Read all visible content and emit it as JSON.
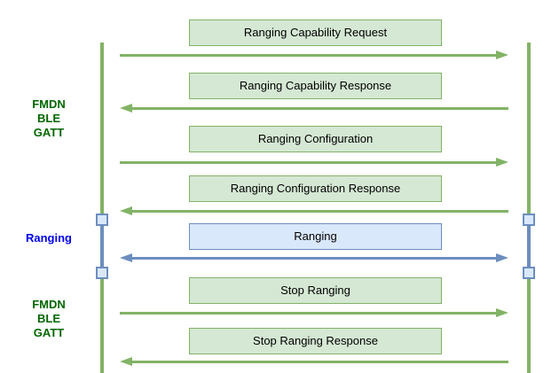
{
  "colors": {
    "green_fill": "#d5e8d4",
    "green_stroke": "#82b366",
    "blue_fill": "#dae8fc",
    "blue_stroke": "#6c8ebf",
    "green_text": "#006600",
    "blue_text": "#0000ee",
    "message_text": "#000000"
  },
  "phases": [
    {
      "lines": [
        "FMDN",
        "BLE",
        "GATT"
      ],
      "color": "green"
    },
    {
      "lines": [
        "Ranging"
      ],
      "color": "blue"
    },
    {
      "lines": [
        "FMDN",
        "BLE",
        "GATT"
      ],
      "color": "green"
    }
  ],
  "messages": [
    {
      "label": "Ranging Capability Request",
      "direction": "right",
      "style": "green"
    },
    {
      "label": "Ranging Capability Response",
      "direction": "left",
      "style": "green"
    },
    {
      "label": "Ranging Configuration",
      "direction": "right",
      "style": "green"
    },
    {
      "label": "Ranging Configuration Response",
      "direction": "left",
      "style": "green"
    },
    {
      "label": "Ranging",
      "direction": "both",
      "style": "blue"
    },
    {
      "label": "Stop Ranging",
      "direction": "right",
      "style": "green"
    },
    {
      "label": "Stop Ranging Response",
      "direction": "left",
      "style": "green"
    }
  ]
}
